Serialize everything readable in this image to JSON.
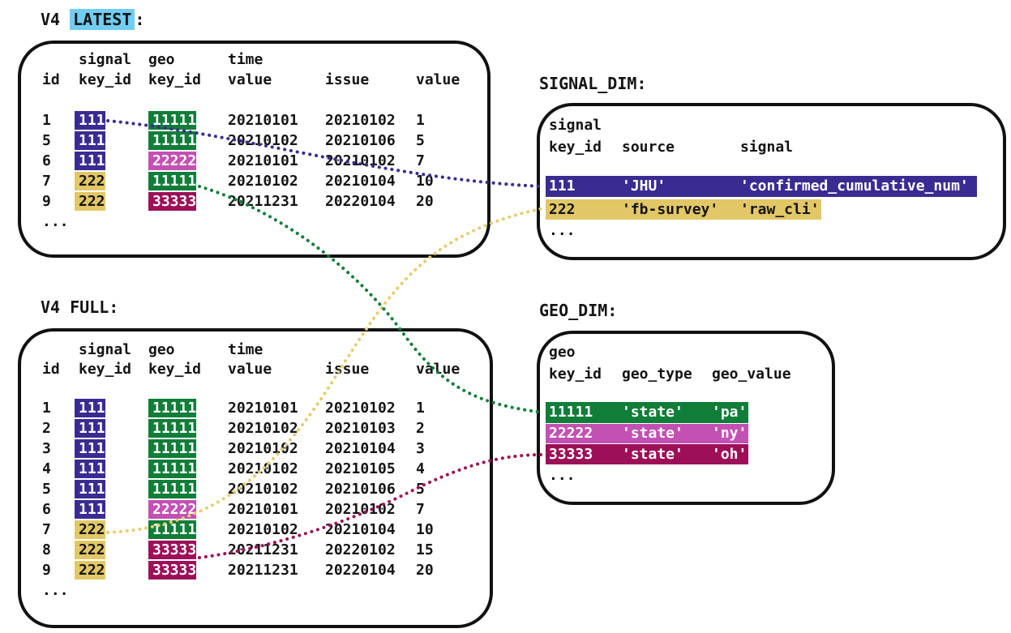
{
  "colors": {
    "indigo": "#3a2b92",
    "gold": "#e2c767",
    "gold_line": "#e5cd6e",
    "green": "#107d38",
    "orchid": "#c351b3",
    "maroon": "#9d1058",
    "highlight_blue": "#70cdf3",
    "ink": "#141414",
    "white": "#ffffff"
  },
  "titles": {
    "v4_latest": {
      "prefix": "V4 ",
      "highlight": "LATEST",
      "suffix": ":"
    },
    "v4_full": "V4 FULL:",
    "signal_dim": "SIGNAL_DIM:",
    "geo_dim": "GEO_DIM:"
  },
  "ellipsis": "...",
  "v4_headers": {
    "line1": {
      "signal": "signal",
      "geo": "geo",
      "time": "time"
    },
    "line2": {
      "id": "id",
      "signal_key": "key_id",
      "geo_key": "key_id",
      "time_value": "value",
      "issue": "issue",
      "value": "value"
    }
  },
  "v4_latest_rows": [
    {
      "id": "1",
      "signal": "111",
      "signal_color": "indigo",
      "geo": "11111",
      "geo_color": "green",
      "time_value": "20210101",
      "issue": "20210102",
      "value": "1"
    },
    {
      "id": "5",
      "signal": "111",
      "signal_color": "indigo",
      "geo": "11111",
      "geo_color": "green",
      "time_value": "20210102",
      "issue": "20210106",
      "value": "5"
    },
    {
      "id": "6",
      "signal": "111",
      "signal_color": "indigo",
      "geo": "22222",
      "geo_color": "orchid",
      "time_value": "20210101",
      "issue": "20210102",
      "value": "7"
    },
    {
      "id": "7",
      "signal": "222",
      "signal_color": "gold",
      "geo": "11111",
      "geo_color": "green",
      "time_value": "20210102",
      "issue": "20210104",
      "value": "10"
    },
    {
      "id": "9",
      "signal": "222",
      "signal_color": "gold",
      "geo": "33333",
      "geo_color": "maroon",
      "time_value": "20211231",
      "issue": "20220104",
      "value": "20"
    }
  ],
  "v4_full_rows": [
    {
      "id": "1",
      "signal": "111",
      "signal_color": "indigo",
      "geo": "11111",
      "geo_color": "green",
      "time_value": "20210101",
      "issue": "20210102",
      "value": "1"
    },
    {
      "id": "2",
      "signal": "111",
      "signal_color": "indigo",
      "geo": "11111",
      "geo_color": "green",
      "time_value": "20210102",
      "issue": "20210103",
      "value": "2"
    },
    {
      "id": "3",
      "signal": "111",
      "signal_color": "indigo",
      "geo": "11111",
      "geo_color": "green",
      "time_value": "20210102",
      "issue": "20210104",
      "value": "3"
    },
    {
      "id": "4",
      "signal": "111",
      "signal_color": "indigo",
      "geo": "11111",
      "geo_color": "green",
      "time_value": "20210102",
      "issue": "20210105",
      "value": "4"
    },
    {
      "id": "5",
      "signal": "111",
      "signal_color": "indigo",
      "geo": "11111",
      "geo_color": "green",
      "time_value": "20210102",
      "issue": "20210106",
      "value": "5"
    },
    {
      "id": "6",
      "signal": "111",
      "signal_color": "indigo",
      "geo": "22222",
      "geo_color": "orchid",
      "time_value": "20210101",
      "issue": "20210102",
      "value": "7"
    },
    {
      "id": "7",
      "signal": "222",
      "signal_color": "gold",
      "geo": "11111",
      "geo_color": "green",
      "time_value": "20210102",
      "issue": "20210104",
      "value": "10"
    },
    {
      "id": "8",
      "signal": "222",
      "signal_color": "gold",
      "geo": "33333",
      "geo_color": "maroon",
      "time_value": "20211231",
      "issue": "20220102",
      "value": "15"
    },
    {
      "id": "9",
      "signal": "222",
      "signal_color": "gold",
      "geo": "33333",
      "geo_color": "maroon",
      "time_value": "20211231",
      "issue": "20220104",
      "value": "20"
    }
  ],
  "signal_dim": {
    "header_line1": "signal",
    "header_line2": {
      "key": "key_id",
      "source": "source",
      "signal": "signal"
    },
    "rows": [
      {
        "key": "111",
        "source": "'JHU'",
        "signal": "'confirmed_cumulative_num'",
        "color": "indigo",
        "text_color": "white"
      },
      {
        "key": "222",
        "source": "'fb-survey'",
        "signal": "'raw_cli'",
        "color": "gold",
        "text_color": "ink"
      }
    ]
  },
  "geo_dim": {
    "header_line1": "geo",
    "header_line2": {
      "key": "key_id",
      "type": "geo_type",
      "value": "geo_value"
    },
    "rows": [
      {
        "key": "11111",
        "type": "'state'",
        "value": "'pa'",
        "color": "green",
        "text_color": "white"
      },
      {
        "key": "22222",
        "type": "'state'",
        "value": "'ny'",
        "color": "orchid",
        "text_color": "white"
      },
      {
        "key": "33333",
        "type": "'state'",
        "value": "'oh'",
        "color": "maroon",
        "text_color": "white"
      }
    ]
  },
  "connectors": [
    {
      "name": "connector-latest-signal111-to-signal-dim",
      "color": "indigo"
    },
    {
      "name": "connector-full-signal222-to-signal-dim",
      "color": "gold_line"
    },
    {
      "name": "connector-latest-geo11111-to-geo-dim",
      "color": "green"
    },
    {
      "name": "connector-full-geo33333-to-geo-dim",
      "color": "maroon"
    }
  ]
}
